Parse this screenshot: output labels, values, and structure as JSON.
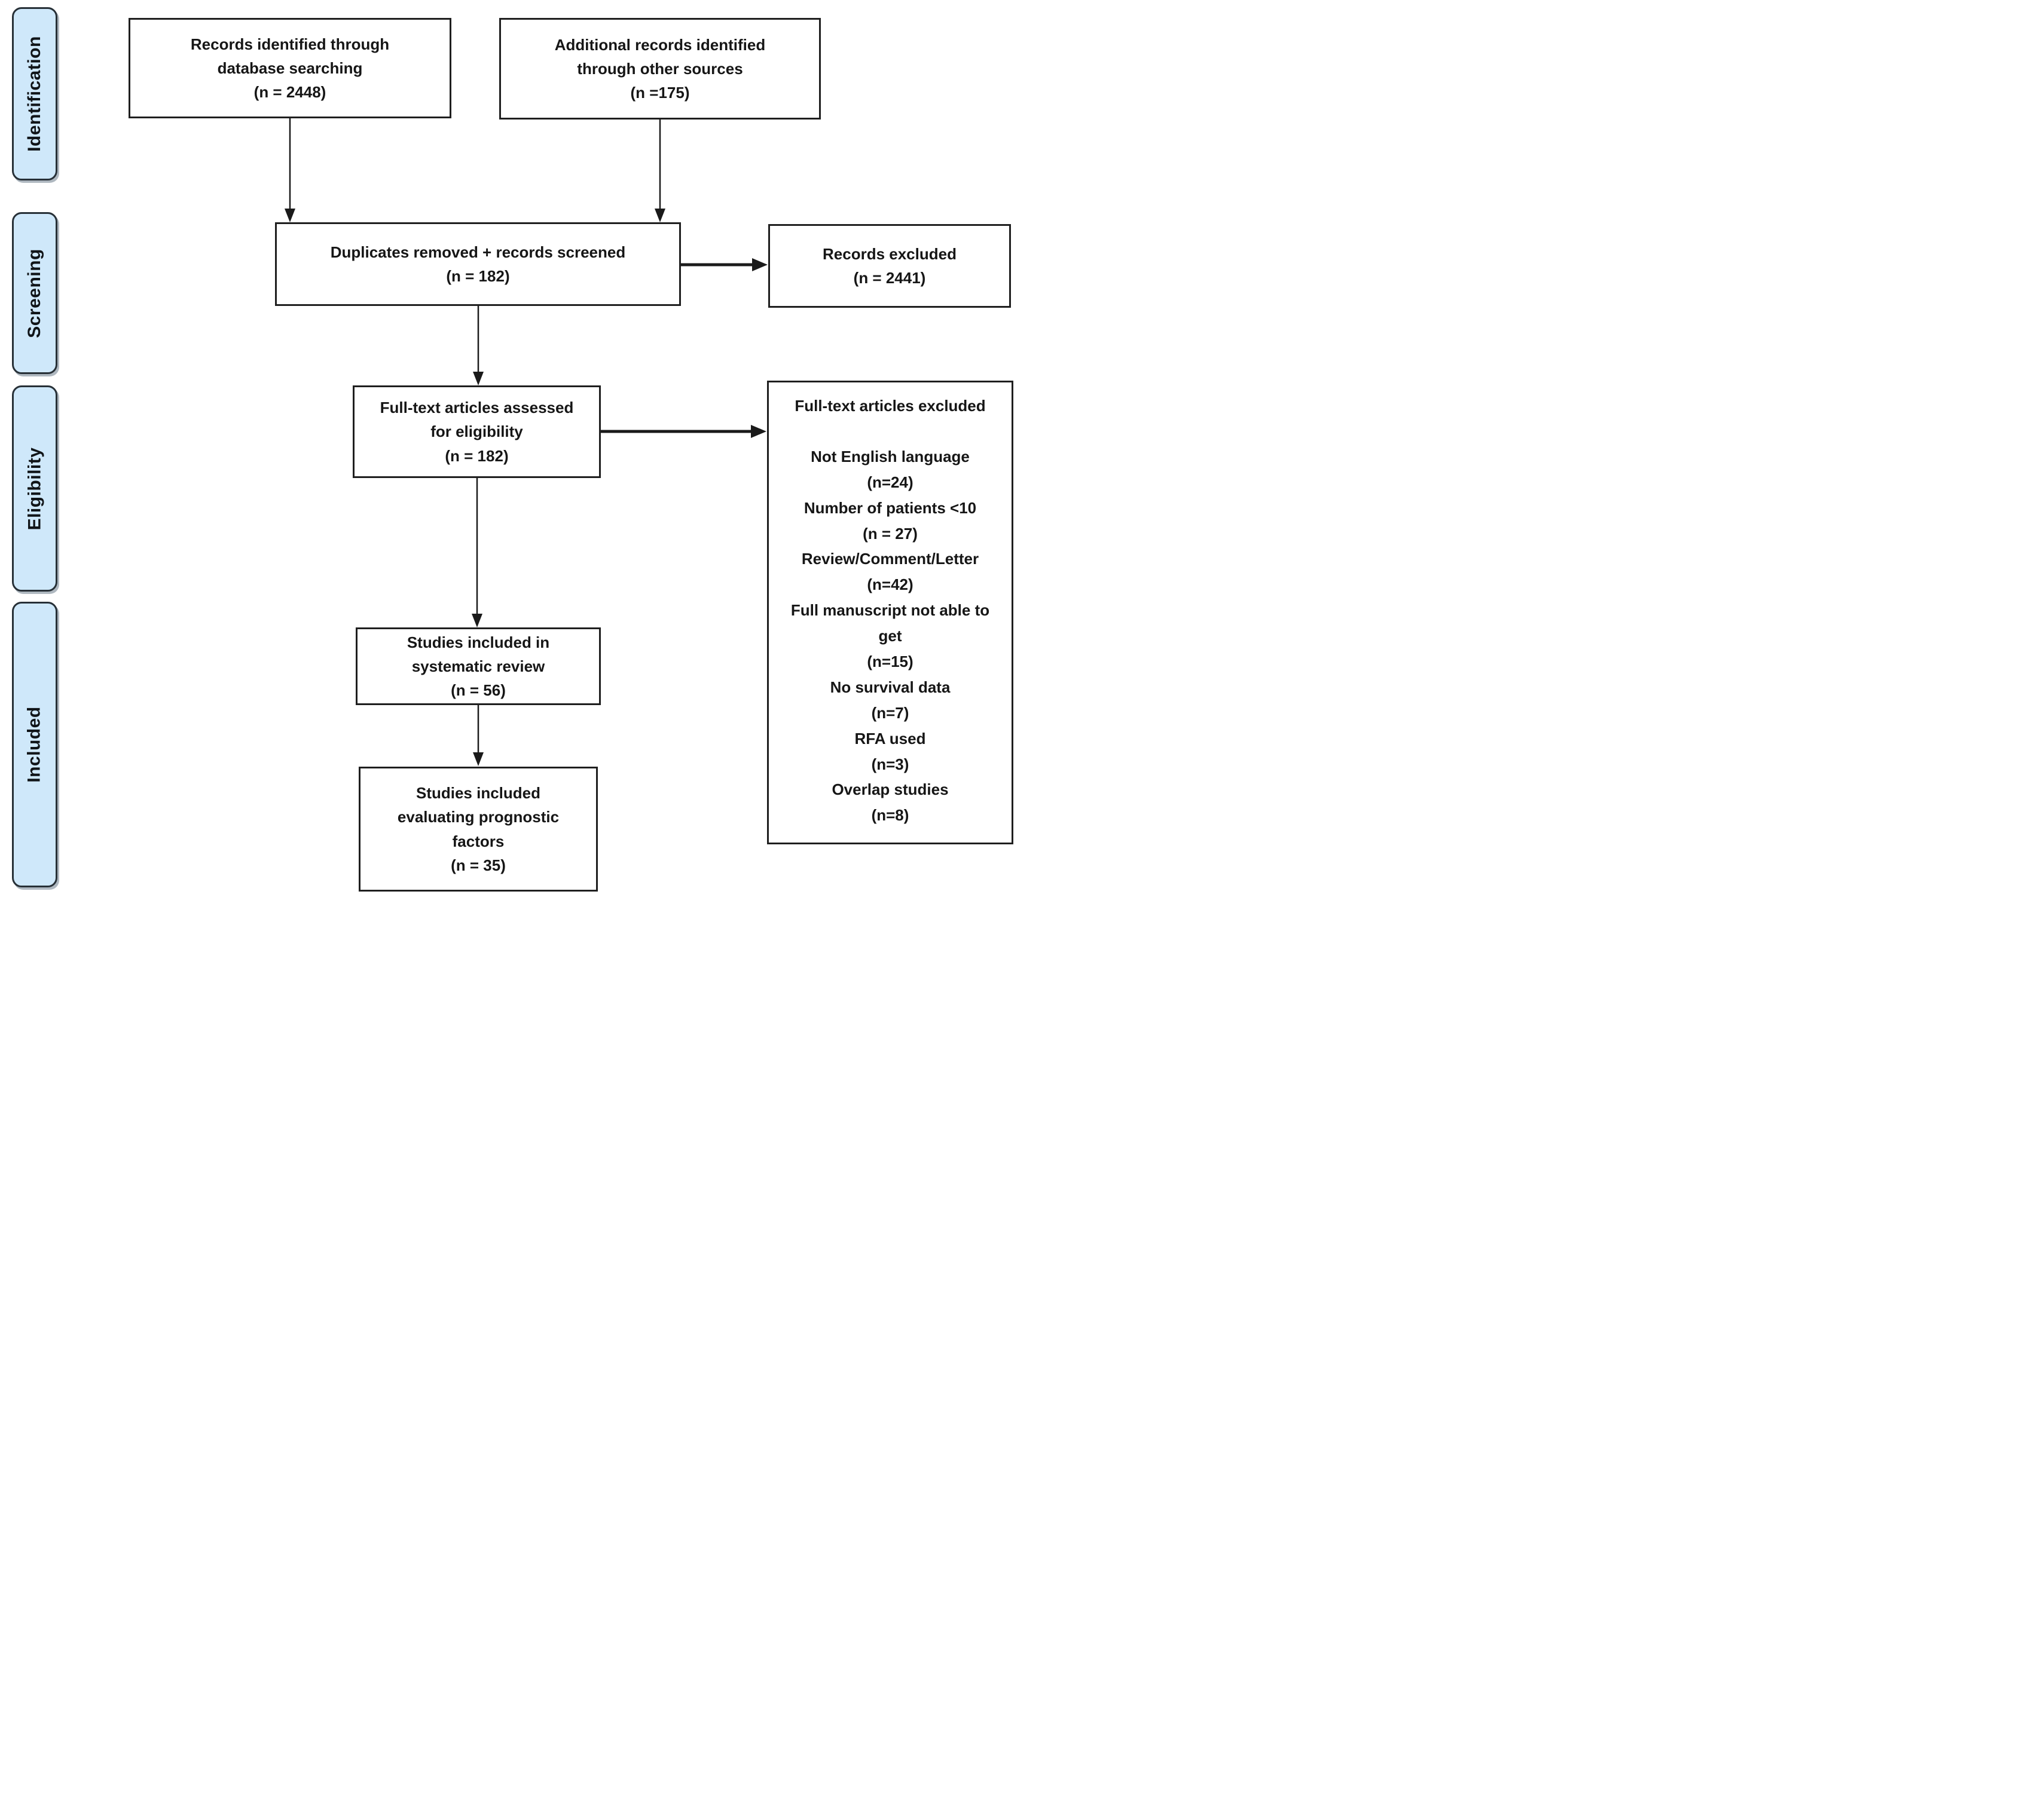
{
  "diagram": {
    "stages": [
      {
        "label": "Identification"
      },
      {
        "label": "Screening"
      },
      {
        "label": "Eligibility"
      },
      {
        "label": "Included"
      }
    ],
    "boxes": {
      "records_identified": {
        "text": "Records identified through\ndatabase searching",
        "count": "(n = 2448)"
      },
      "additional_records": {
        "text": "Additional records identified\nthrough other sources",
        "count": "(n =175)"
      },
      "duplicates_screened": {
        "text": "Duplicates removed + records screened",
        "count": "(n = 182)"
      },
      "records_excluded": {
        "text": "Records excluded",
        "count": "(n = 2441)"
      },
      "fulltext_assessed": {
        "text": "Full-text articles assessed\nfor eligibility",
        "count": "(n = 182)"
      },
      "fulltext_excluded": {
        "title": "Full-text articles excluded",
        "reasons": [
          {
            "label": "Not English language",
            "count": "(n=24)"
          },
          {
            "label": "Number of patients <10",
            "count": "(n = 27)"
          },
          {
            "label": "Review/Comment/Letter",
            "count": "(n=42)"
          },
          {
            "label": "Full manuscript not able to get",
            "count": "(n=15)"
          },
          {
            "label": "No survival data",
            "count": "(n=7)"
          },
          {
            "label": "RFA used",
            "count": "(n=3)"
          },
          {
            "label": "Overlap studies",
            "count": "(n=8)"
          }
        ]
      },
      "included_systematic": {
        "text": "Studies included in\nsystematic review",
        "count": "(n = 56)"
      },
      "included_prognostic": {
        "text": "Studies included\nevaluating prognostic\nfactors",
        "count": "(n = 35)"
      }
    },
    "colors": {
      "stage_fill": "#cfe8fa",
      "stage_border": "#273037",
      "box_border": "#1f1f1f",
      "text": "#161616"
    }
  }
}
